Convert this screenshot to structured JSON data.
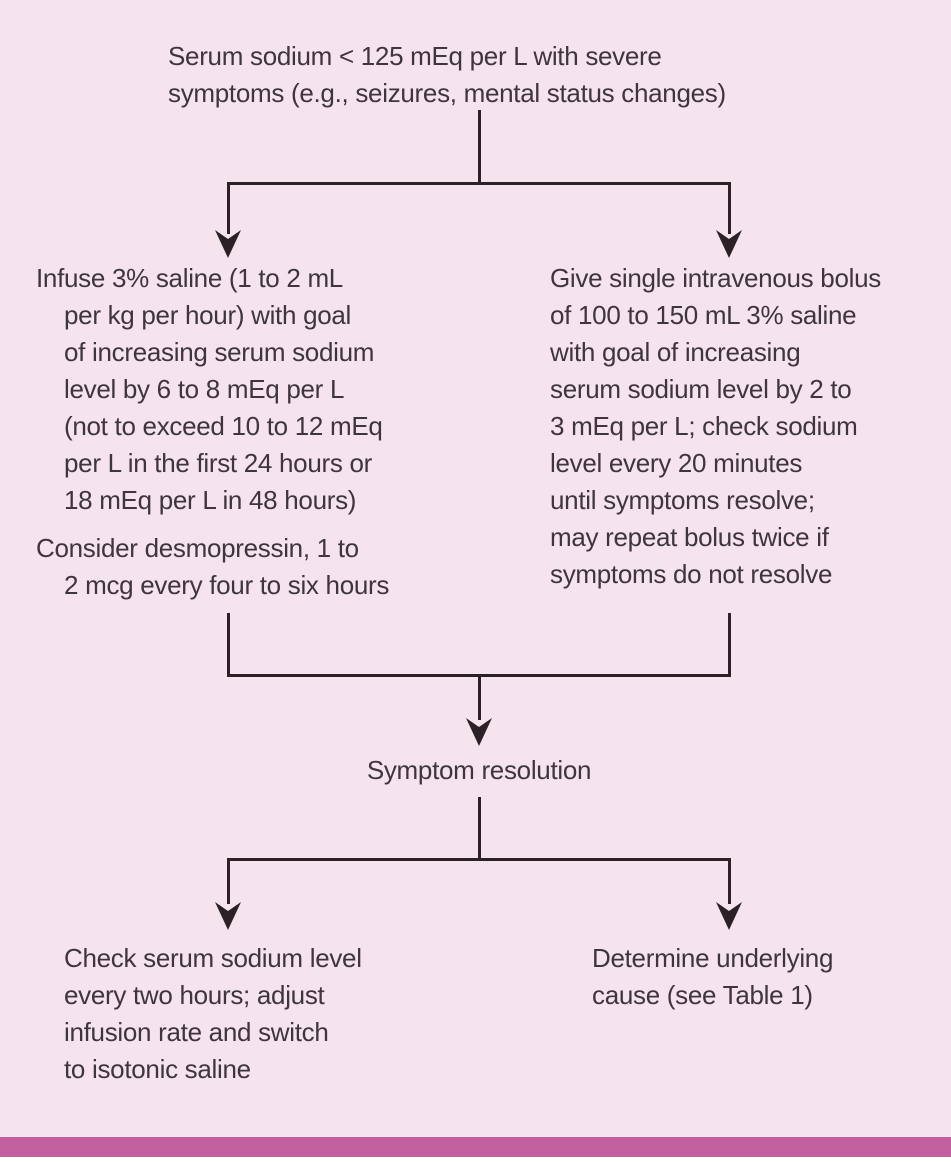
{
  "palette": {
    "background": "#f5e3ee",
    "line": "#2b2127",
    "text": "#3f353d",
    "accent_bar": "#c25f9f",
    "footer_bg": "#ffffff"
  },
  "flowchart": {
    "start": {
      "lines": [
        "Serum sodium < 125 mEq per L with severe",
        "symptoms (e.g., seizures, mental status changes)"
      ]
    },
    "infuse_saline": {
      "para1": [
        "Infuse 3% saline (1 to 2 mL",
        "per kg per hour) with goal",
        "of increasing serum sodium",
        "level by 6 to 8 mEq per L",
        "(not to exceed 10 to 12 mEq",
        "per L in the first 24 hours or",
        "18 mEq per L in 48 hours)"
      ],
      "para2": [
        "Consider desmopressin, 1 to",
        "2 mcg every four to six hours"
      ]
    },
    "iv_bolus": {
      "lines": [
        "Give single intravenous bolus",
        "of 100 to 150 mL 3% saline",
        "with goal of increasing",
        "serum sodium level by 2 to",
        "3 mEq per L; check sodium",
        "level every 20 minutes",
        "until symptoms resolve;",
        "may repeat bolus twice if",
        "symptoms do not resolve"
      ]
    },
    "symptom_resolution": {
      "label": "Symptom resolution"
    },
    "check_sodium": {
      "lines": [
        "Check serum sodium level",
        "every two hours; adjust",
        "infusion rate and switch",
        "to isotonic saline"
      ]
    },
    "determine_cause": {
      "lines": [
        "Determine underlying",
        "cause (see Table 1)"
      ]
    }
  }
}
